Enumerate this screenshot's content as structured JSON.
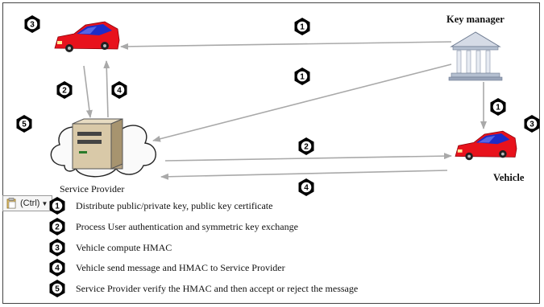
{
  "labels": {
    "key_manager": "Key manager",
    "service_provider": "Service Provider",
    "vehicle": "Vehicle"
  },
  "badges": {
    "b1_top": "1",
    "b1_mid": "1",
    "b1_right": "1",
    "b2_left": "2",
    "b2_mid": "2",
    "b3_topleft": "3",
    "b3_right": "3",
    "b4_left": "4",
    "b4_bottom": "4",
    "b5_left": "5"
  },
  "legend": [
    {
      "num": "1",
      "text": "Distribute public/private key, public key certificate"
    },
    {
      "num": "2",
      "text": "Process User authentication and symmetric key exchange"
    },
    {
      "num": "3",
      "text": "Vehicle compute HMAC"
    },
    {
      "num": "4",
      "text": "Vehicle send message and HMAC to Service Provider"
    },
    {
      "num": "5",
      "text": "Service Provider verify the HMAC and then accept or reject the message"
    }
  ],
  "paste_options": {
    "label": "(Ctrl)",
    "caret": "▼"
  },
  "colors": {
    "car_body": "#e8121c",
    "car_roof": "#1d2cc8",
    "arrow": "#a9a9a9",
    "badge": "#000000"
  },
  "icons": [
    "car-icon",
    "bank-building-icon",
    "server-cloud-icon",
    "clipboard-icon"
  ]
}
